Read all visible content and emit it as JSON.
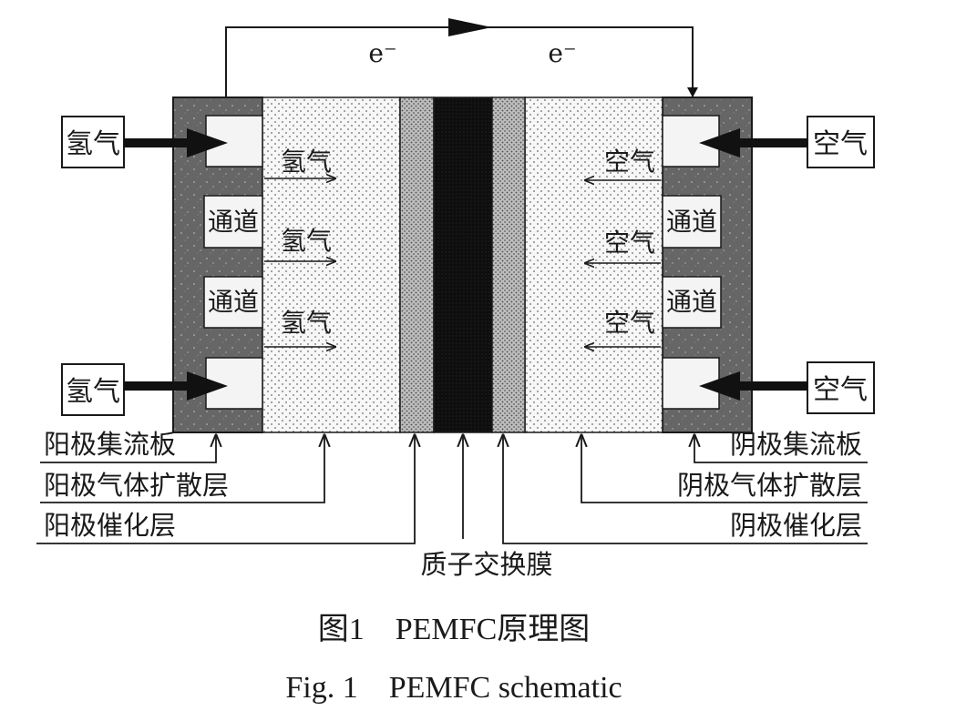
{
  "electron": [
    "e⁻",
    "e⁻"
  ],
  "anode": {
    "inlets": [
      "氢气",
      "氢气"
    ],
    "channels": [
      "通道",
      "通道"
    ],
    "flows": [
      "氢气",
      "氢气",
      "氢气"
    ]
  },
  "cathode": {
    "inlets": [
      "空气",
      "空气"
    ],
    "channels": [
      "通道",
      "通道"
    ],
    "flows": [
      "空气",
      "空气",
      "空气"
    ]
  },
  "labels": {
    "anode_plate": "阳极集流板",
    "anode_gdl": "阳极气体扩散层",
    "anode_catalyst": "阳极催化层",
    "membrane": "质子交换膜",
    "cathode_plate": "阴极集流板",
    "cathode_gdl": "阴极气体扩散层",
    "cathode_catalyst": "阴极催化层"
  },
  "caption": {
    "cn": "图1　PEMFC原理图",
    "en": "Fig. 1　PEMFC schematic"
  },
  "colors": {
    "plate": "#6b6b6b",
    "membrane": "#111111",
    "ink": "#1a1a1a"
  }
}
